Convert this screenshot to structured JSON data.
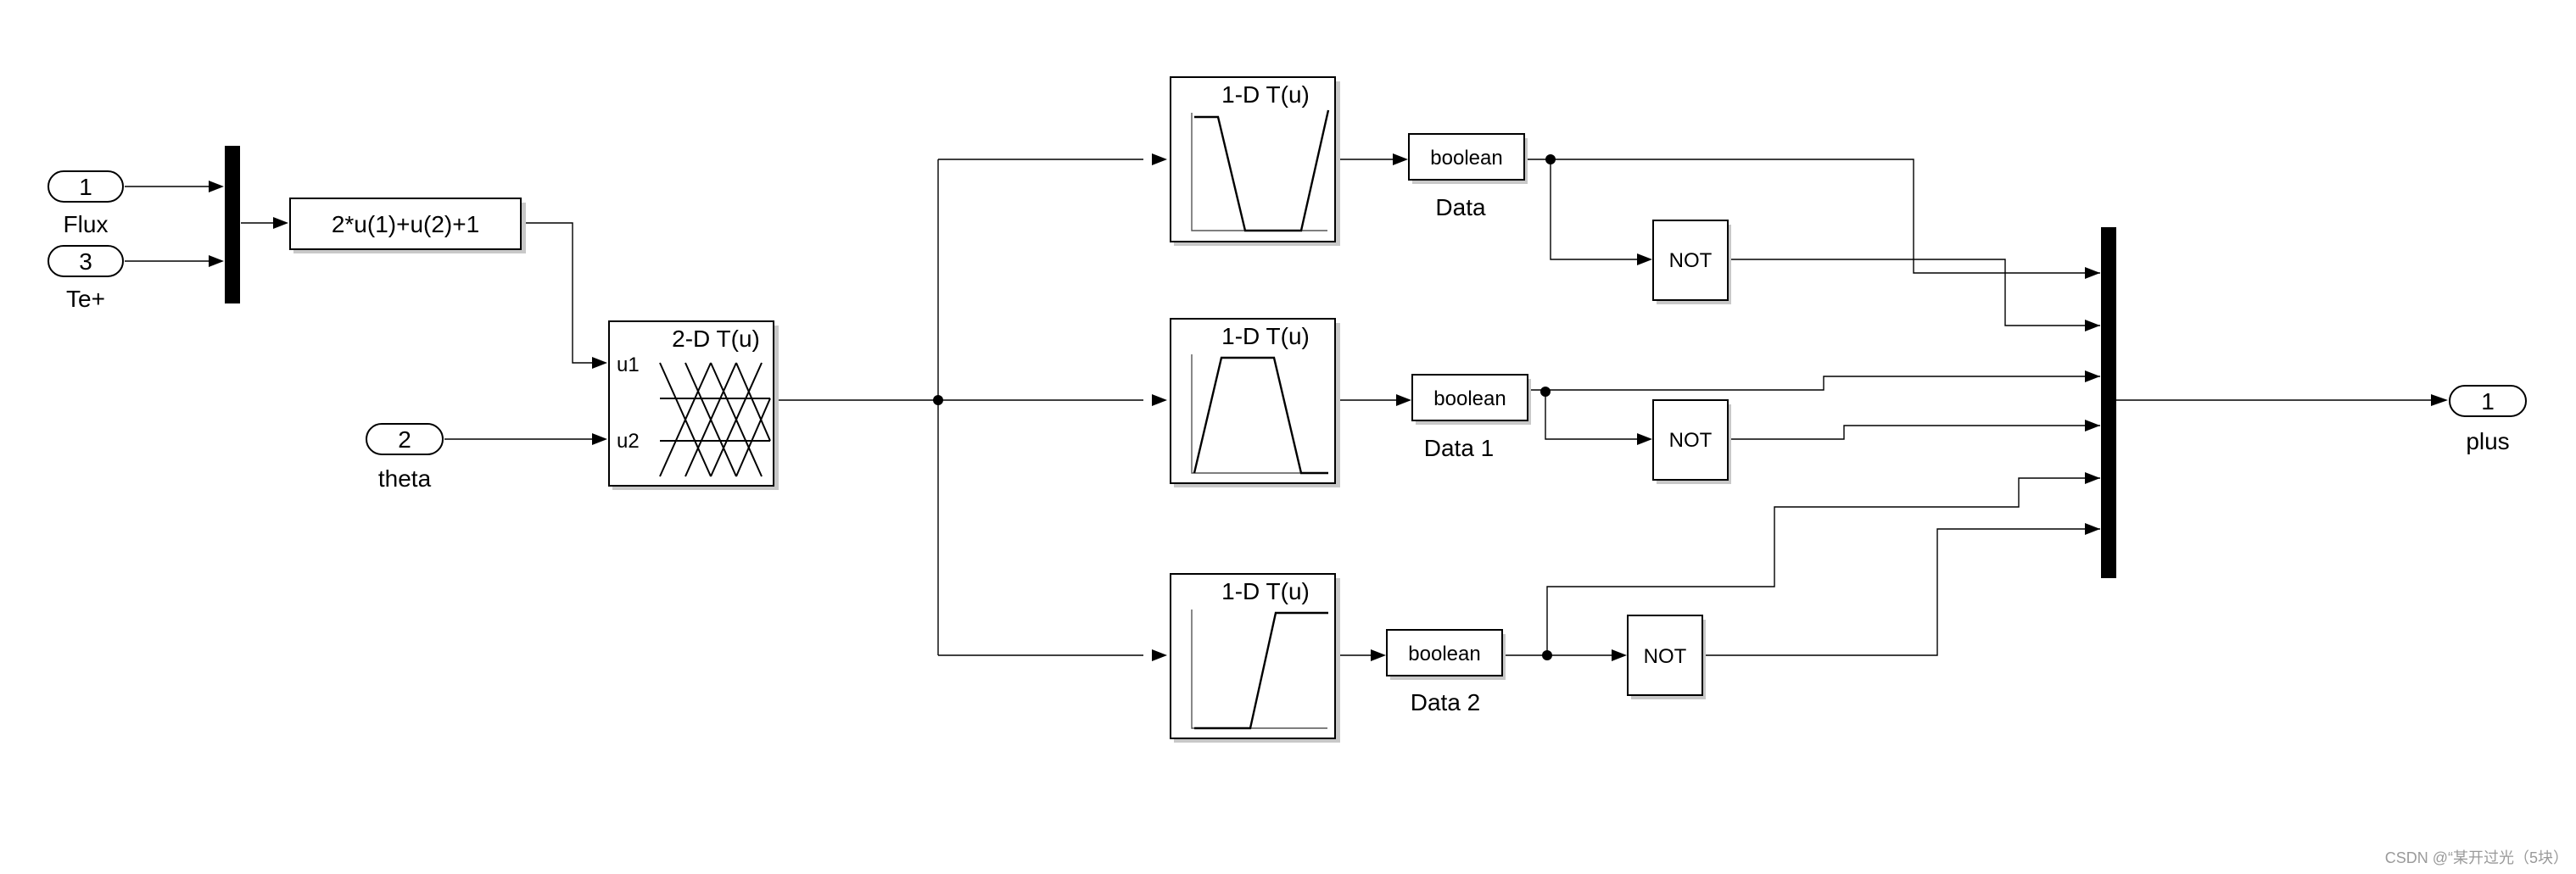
{
  "inports": [
    {
      "number": "1",
      "label": "Flux"
    },
    {
      "number": "3",
      "label": "Te+"
    },
    {
      "number": "2",
      "label": "theta"
    }
  ],
  "fcn": {
    "expression": "2*u(1)+u(2)+1"
  },
  "lookup2d": {
    "title": "2-D T(u)",
    "input1": "u1",
    "input2": "u2"
  },
  "lookup1d": [
    {
      "title": "1-D T(u)"
    },
    {
      "title": "1-D T(u)"
    },
    {
      "title": "1-D T(u)"
    }
  ],
  "converters": [
    {
      "text": "boolean",
      "label": "Data"
    },
    {
      "text": "boolean",
      "label": "Data  1"
    },
    {
      "text": "boolean",
      "label": "Data  2"
    }
  ],
  "logic": [
    {
      "text": "NOT"
    },
    {
      "text": "NOT"
    },
    {
      "text": "NOT"
    }
  ],
  "outport": {
    "number": "1",
    "label": "plus"
  },
  "watermark": "CSDN @“某开过光（5块）"
}
